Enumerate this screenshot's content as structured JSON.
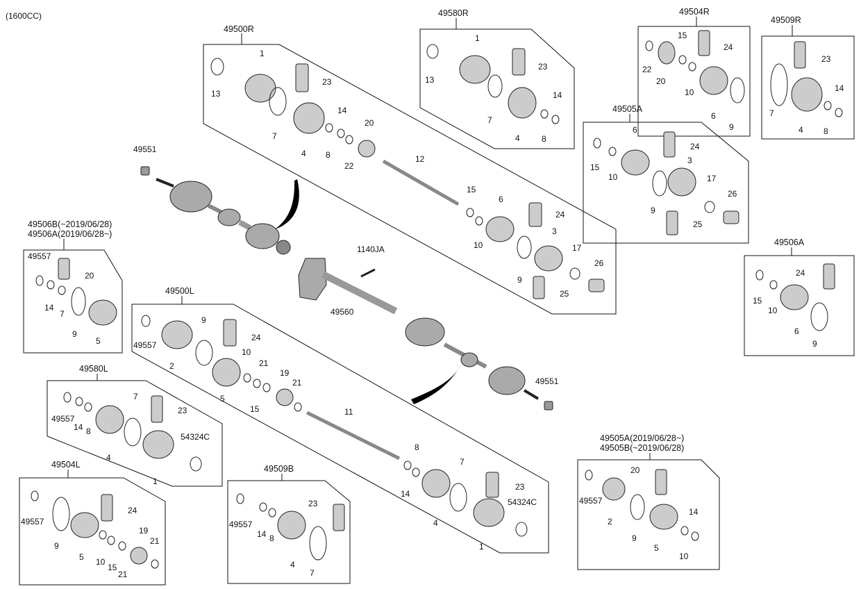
{
  "header": {
    "engine": "(1600CC)"
  },
  "assemblies": {
    "a49500R": "49500R",
    "a49580R": "49580R",
    "a49504R": "49504R",
    "a49509R": "49509R",
    "a49505A": "49505A",
    "a49506B_line1": "49506B(~2019/06/28)",
    "a49506B_line2": "49506A(2019/06/28~)",
    "a49506A": "49506A",
    "a49500L": "49500L",
    "a49580L": "49580L",
    "a49504L": "49504L",
    "a49509B": "49509B",
    "a49505AB_line1": "49505A(2019/06/28~)",
    "a49505AB_line2": "49505B(~2019/06/28)"
  },
  "parts": {
    "p1": "1",
    "p2": "2",
    "p3": "3",
    "p4": "4",
    "p5": "5",
    "p6": "6",
    "p7": "7",
    "p8": "8",
    "p9": "9",
    "p10": "10",
    "p11": "11",
    "p12": "12",
    "p13": "13",
    "p14": "14",
    "p15": "15",
    "p17": "17",
    "p19": "19",
    "p20": "20",
    "p21": "21",
    "p22": "22",
    "p23": "23",
    "p24": "24",
    "p25": "25",
    "p26": "26",
    "p49551": "49551",
    "p49557": "49557",
    "p54324C": "54324C",
    "p1140JA": "1140JA",
    "p49560": "49560"
  }
}
